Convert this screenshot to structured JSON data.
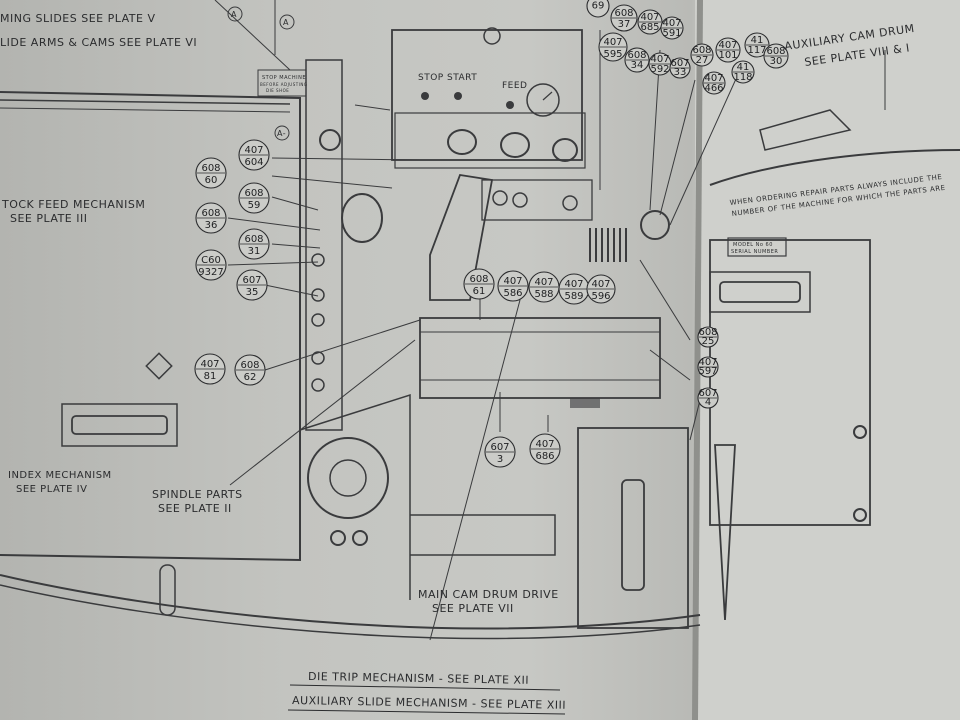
{
  "plate_labels": {
    "forming_slides": "MING SLIDES SEE PLATE V",
    "slide_arms": "LIDE ARMS & CAMS SEE PLATE VI",
    "stock_feed_1": "TOCK FEED MECHANISM",
    "stock_feed_2": "SEE PLATE III",
    "index_1": "INDEX MECHANISM",
    "index_2": "SEE PLATE IV",
    "spindle_1": "SPINDLE PARTS",
    "spindle_2": "SEE PLATE II",
    "main_cam_1": "MAIN CAM DRUM DRIVE",
    "main_cam_2": "SEE PLATE VII",
    "die_trip": "DIE TRIP MECHANISM - SEE PLATE XII",
    "aux_slide": "AUXILIARY SLIDE MECHANISM - SEE PLATE XIII",
    "aux_cam_1": "AUXILIARY CAM DRUM",
    "aux_cam_2": "SEE PLATE VIII & I"
  },
  "panel": {
    "stop": "STOP",
    "start": "START",
    "feed": "FEED",
    "stop_machine_1": "STOP MACHINE",
    "stop_machine_2": "BEFORE ADJUSTING",
    "stop_machine_3": "DIE SHOE"
  },
  "notice": {
    "line1": "WHEN ORDERING REPAIR PARTS ALWAYS INCLUDE THE",
    "line2": "NUMBER OF THE MACHINE FOR WHICH THE PARTS ARE",
    "model_1": "MODEL No 60",
    "model_2": "SERIAL NUMBER"
  },
  "section_marks": {
    "a1": "A",
    "a2": "A",
    "a3": "A-"
  },
  "callouts": [
    {
      "id": "c-407-604",
      "top": "407",
      "bottom": "604"
    },
    {
      "id": "c-608-60",
      "top": "608",
      "bottom": "60"
    },
    {
      "id": "c-608-59",
      "top": "608",
      "bottom": "59"
    },
    {
      "id": "c-608-36",
      "top": "608",
      "bottom": "36"
    },
    {
      "id": "c-608-31",
      "top": "608",
      "bottom": "31"
    },
    {
      "id": "c-c60-9327",
      "top": "C60",
      "bottom": "9327"
    },
    {
      "id": "c-607-35",
      "top": "607",
      "bottom": "35"
    },
    {
      "id": "c-407-81",
      "top": "407",
      "bottom": "81"
    },
    {
      "id": "c-608-62",
      "top": "608",
      "bottom": "62"
    },
    {
      "id": "c-608-61",
      "top": "608",
      "bottom": "61"
    },
    {
      "id": "c-407-586",
      "top": "407",
      "bottom": "586"
    },
    {
      "id": "c-407-588",
      "top": "407",
      "bottom": "588"
    },
    {
      "id": "c-407-589",
      "top": "407",
      "bottom": "589"
    },
    {
      "id": "c-407-596",
      "top": "407",
      "bottom": "596"
    },
    {
      "id": "c-607-3",
      "top": "607",
      "bottom": "3"
    },
    {
      "id": "c-407-686",
      "top": "407",
      "bottom": "686"
    },
    {
      "id": "c-69",
      "top": "69",
      "bottom": ""
    },
    {
      "id": "c-608-37",
      "top": "608",
      "bottom": "37"
    },
    {
      "id": "c-407-685",
      "top": "407",
      "bottom": "685"
    },
    {
      "id": "c-407-591",
      "top": "407",
      "bottom": "591"
    },
    {
      "id": "c-407-595",
      "top": "407",
      "bottom": "595"
    },
    {
      "id": "c-608-34",
      "top": "608",
      "bottom": "34"
    },
    {
      "id": "c-407-592",
      "top": "407",
      "bottom": "592"
    },
    {
      "id": "c-607-33",
      "top": "607",
      "bottom": "33"
    },
    {
      "id": "c-608-27",
      "top": "608",
      "bottom": "27"
    },
    {
      "id": "c-407-101",
      "top": "407",
      "bottom": "101"
    },
    {
      "id": "c-41-117",
      "top": "41",
      "bottom": "117"
    },
    {
      "id": "c-407-466",
      "top": "407",
      "bottom": "466"
    },
    {
      "id": "c-41-118",
      "top": "41",
      "bottom": "118"
    },
    {
      "id": "c-608-30",
      "top": "608",
      "bottom": "30"
    },
    {
      "id": "c-608-25",
      "top": "608",
      "bottom": "25"
    },
    {
      "id": "c-407-597",
      "top": "407",
      "bottom": "597"
    },
    {
      "id": "c-607-4",
      "top": "607",
      "bottom": "4"
    }
  ]
}
